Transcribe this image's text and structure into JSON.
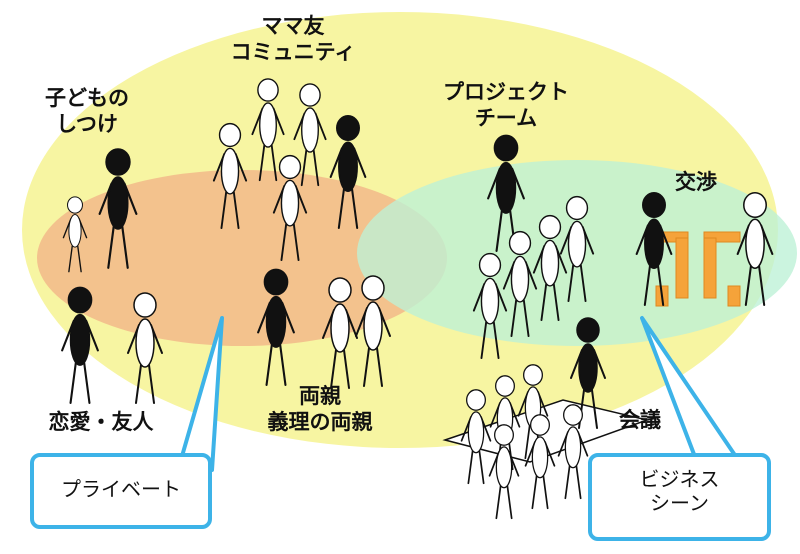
{
  "labels": {
    "mama_community": "ママ友\nコミュニティ",
    "child_discipline": "子どもの\nしつけ",
    "project_team": "プロジェクト\nチーム",
    "negotiation": "交渉",
    "romance_friends": "恋愛・友人",
    "parents": "両親\n義理の両親",
    "meeting": "会議"
  },
  "callouts": {
    "private": "プライベート",
    "business_scene": "ビジネス\nシーン"
  },
  "colors": {
    "outer_ellipse": "#f7f5a2",
    "private_ellipse": "#f2b88a",
    "business_ellipse": "#bdf1d6",
    "callout_border": "#3db3e8",
    "figure_dark": "#111111",
    "chair_orange": "#f5a33a"
  }
}
